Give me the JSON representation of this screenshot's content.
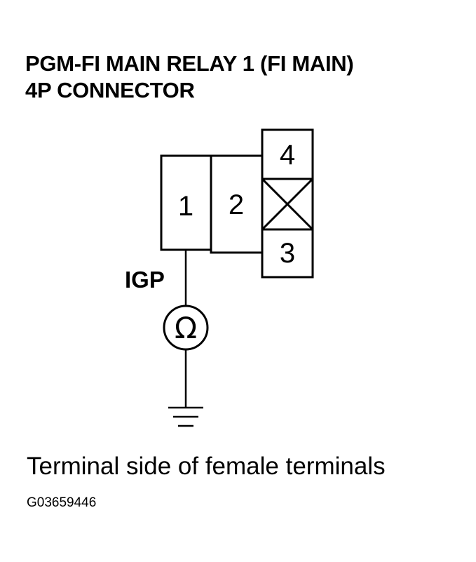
{
  "title": {
    "line1": "PGM-FI MAIN RELAY 1 (FI MAIN)",
    "line2": "4P CONNECTOR"
  },
  "connector": {
    "terminals": [
      "1",
      "2",
      "3",
      "4"
    ],
    "unused_cavity_mark": "crossed-box"
  },
  "wire_label": "IGP",
  "meter": {
    "symbol": "Ω",
    "icon": "ohmmeter-icon"
  },
  "ground": {
    "icon": "ground-icon"
  },
  "caption": "Terminal side of female terminals",
  "figure_id": "G03659446"
}
